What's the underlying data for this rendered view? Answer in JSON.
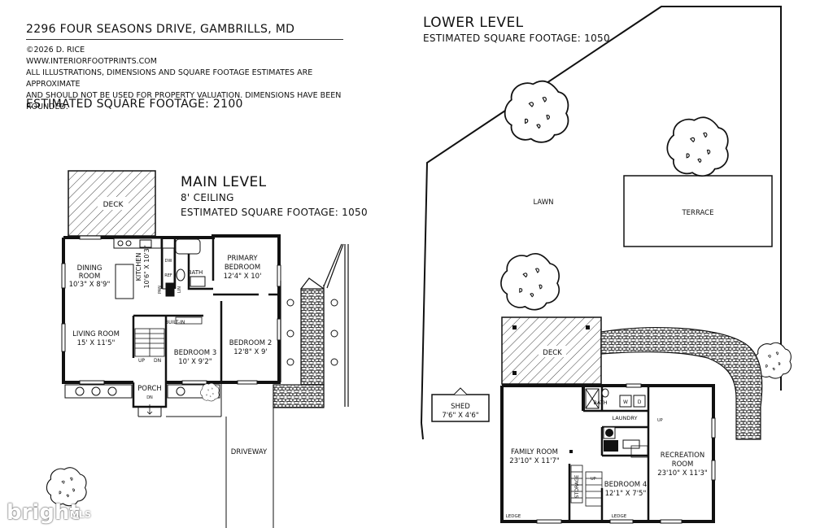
{
  "header": {
    "address": "2296 FOUR SEASONS DRIVE, GAMBRILLS, MD",
    "copyright": "©2026 D. RICE",
    "website": "WWW.INTERIORFOOTPRINTS.COM",
    "disclaimer_1": "ALL ILLUSTRATIONS, DIMENSIONS AND SQUARE FOOTAGE ESTIMATES ARE APPROXIMATE",
    "disclaimer_2": "AND  SHOULD NOT BE USED FOR PROPERTY VALUATION. DIMENSIONS HAVE BEEN ROUNDED.",
    "total_sqft": "ESTIMATED SQUARE FOOTAGE: 2100"
  },
  "main_level": {
    "title": "MAIN LEVEL",
    "ceiling": "8' CEILING",
    "sqft": "ESTIMATED SQUARE FOOTAGE: 1050",
    "labels": {
      "deck": "DECK",
      "dining": "DINING",
      "room": "ROOM",
      "dining_dim": "10'3\" X 8'9\"",
      "kitchen": "KITCHEN",
      "kitchen_dim": "10'6\" X 10'3\"",
      "living": "LIVING ROOM",
      "living_dim": "15' X 11'5\"",
      "bath": "BATH",
      "primary": "PRIMARY",
      "bedroom": "BEDROOM",
      "primary_dim": "12'4\" X 10'",
      "bedroom3": "BEDROOM 3",
      "bedroom3_dim": "10' X 9'2\"",
      "bedroom2": "BEDROOM 2",
      "bedroom2_dim": "12'8\" X 9'",
      "built_in": "BUILT-IN",
      "porch": "PORCH",
      "driveway": "DRIVEWAY",
      "up": "UP",
      "dn": "DN",
      "dw": "DW",
      "ref": "REF",
      "pan": "PAN",
      "lin": "LIN"
    }
  },
  "lower_level": {
    "title": "LOWER LEVEL",
    "sqft": "ESTIMATED SQUARE FOOTAGE: 1050",
    "labels": {
      "lawn": "LAWN",
      "terrace": "TERRACE",
      "deck": "DECK",
      "shed": "SHED",
      "shed_dim": "7'6\" X 4'6\"",
      "bath": "BATH",
      "w": "W",
      "d": "D",
      "laundry": "LAUNDRY",
      "up": "UP",
      "family": "FAMILY ROOM",
      "family_dim": "23'10\" X 11'7\"",
      "storage": "STORAGE",
      "bedroom4": "BEDROOM 4",
      "bedroom4_dim": "12'1\" X 7'5\"",
      "recreation": "RECREATION",
      "room": "ROOM",
      "recreation_dim": "23'10\" X 11'3\"",
      "ledge": "LEDGE"
    }
  },
  "watermark": {
    "word": "bright",
    "mls": "MLS"
  }
}
